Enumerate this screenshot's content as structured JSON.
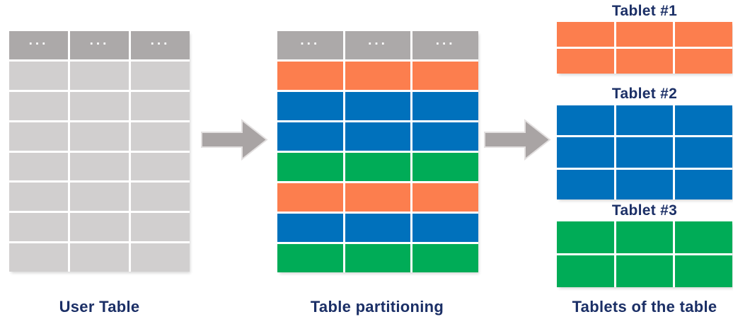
{
  "colors": {
    "header_gray": "#aca9a9",
    "row_gray": "#d1cfcf",
    "orange": "#fc7e4e",
    "blue": "#0071bc",
    "green": "#00ac57",
    "navy_text": "#1b2f66",
    "arrow_gray": "#a9a4a4",
    "arrow_edge": "#e3e0e0"
  },
  "user_table": {
    "caption": "User Table",
    "columns": 3,
    "header_cells": [
      "...",
      "...",
      "..."
    ],
    "rows": [
      {
        "color": "row_gray"
      },
      {
        "color": "row_gray"
      },
      {
        "color": "row_gray"
      },
      {
        "color": "row_gray"
      },
      {
        "color": "row_gray"
      },
      {
        "color": "row_gray"
      },
      {
        "color": "row_gray"
      }
    ]
  },
  "partition_table": {
    "caption": "Table partitioning",
    "columns": 3,
    "header_cells": [
      "...",
      "...",
      "..."
    ],
    "rows": [
      {
        "color": "orange"
      },
      {
        "color": "blue"
      },
      {
        "color": "blue"
      },
      {
        "color": "green"
      },
      {
        "color": "orange"
      },
      {
        "color": "blue"
      },
      {
        "color": "green"
      }
    ]
  },
  "tablets": {
    "caption": "Tablets of the table",
    "items": [
      {
        "title": "Tablet #1",
        "columns": 3,
        "rows": [
          {
            "color": "orange"
          },
          {
            "color": "orange"
          }
        ]
      },
      {
        "title": "Tablet #2",
        "columns": 3,
        "rows": [
          {
            "color": "blue"
          },
          {
            "color": "blue"
          },
          {
            "color": "blue"
          }
        ]
      },
      {
        "title": "Tablet #3",
        "columns": 3,
        "rows": [
          {
            "color": "green"
          },
          {
            "color": "green"
          }
        ]
      }
    ]
  },
  "arrows": [
    {
      "icon": "right-arrow"
    },
    {
      "icon": "right-arrow"
    }
  ]
}
